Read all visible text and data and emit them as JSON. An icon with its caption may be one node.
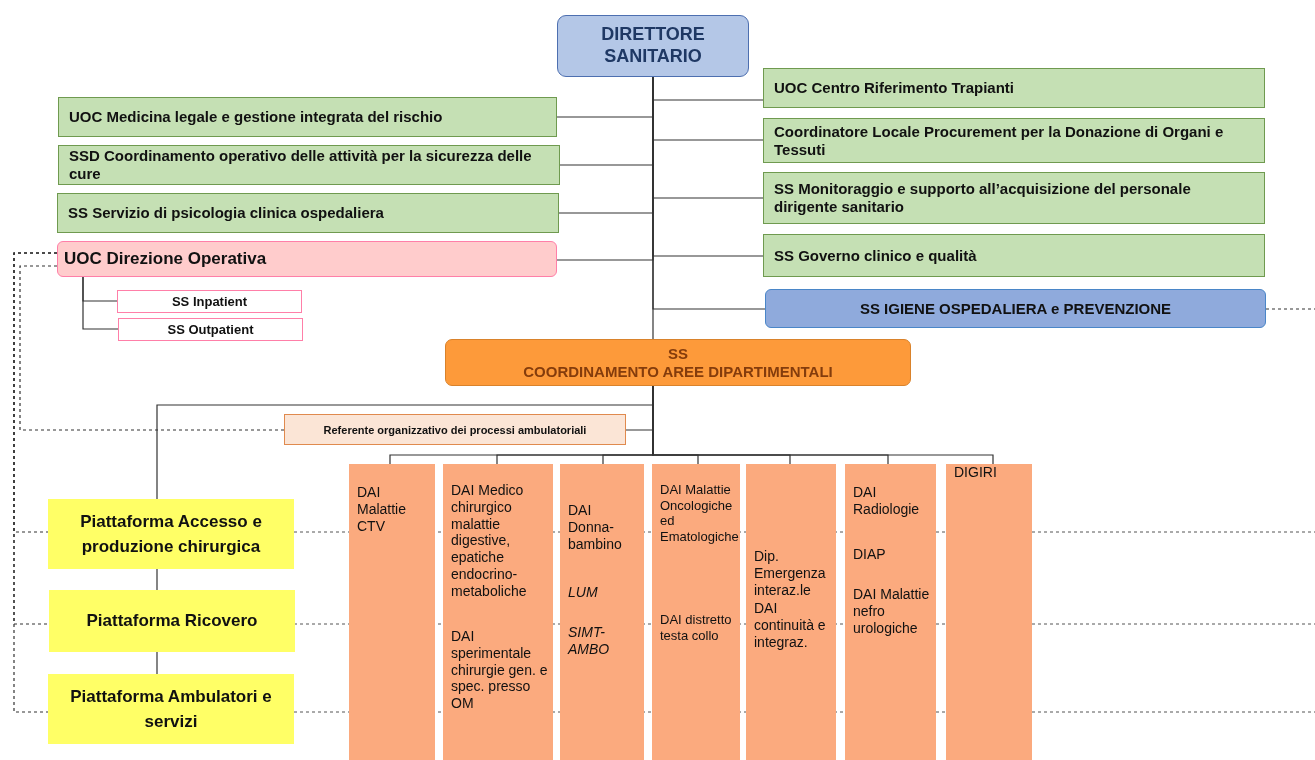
{
  "diagram": {
    "nodes": [
      {
        "text": [
          "DIRETTORE SANITARIO"
        ]
      },
      {
        "text": [
          "UOC Centro Riferimento Trapianti"
        ]
      },
      {
        "text": [
          "UOC Medicina legale e gestione integrata del rischio"
        ]
      },
      {
        "text": [
          "Coordinatore Locale Procurement per la Donazione di Organi e Tessuti"
        ]
      },
      {
        "text": [
          "SSD  Coordinamento operativo delle attività per la sicurezza delle cure"
        ]
      },
      {
        "text": [
          "SS Monitoraggio e supporto all’acquisizione del personale dirigente sanitario"
        ]
      },
      {
        "text": [
          "SS Servizio di psicologia clinica ospedaliera"
        ]
      },
      {
        "text": [
          "SS Governo clinico e qualità"
        ]
      },
      {
        "text": [
          "UOC Direzione Operativa"
        ]
      },
      {
        "text": [
          "SS Inpatient"
        ]
      },
      {
        "text": [
          "SS Outpatient"
        ]
      },
      {
        "text": [
          "SS IGIENE OSPEDALIERA e PREVENZIONE"
        ]
      },
      {
        "text": [
          "SS",
          "COORDINAMENTO AREE DIPARTIMENTALI"
        ]
      },
      {
        "text": [
          "Referente organizzativo dei processi ambulatoriali"
        ]
      },
      {
        "text": [
          "Piattaforma Accesso e produzione chirurgica"
        ]
      },
      {
        "text": [
          "Piattaforma Ricovero"
        ]
      },
      {
        "text": [
          "Piattaforma Ambulatori e servizi"
        ]
      },
      {
        "text": [
          "DAI Malattie CTV"
        ]
      },
      {
        "text": [
          "DAI Medico chirurgico malattie digestive, epatiche endocrino-metaboliche",
          "DAI sperimentale chirurgie gen. e spec.  presso OM"
        ]
      },
      {
        "text": [
          "DAI Donna-bambino",
          "*LUM*",
          "*SIMT-AMBO*"
        ]
      },
      {
        "text": [
          "DAI Malattie Oncologiche ed Ematologiche",
          "DAI distretto testa collo"
        ]
      },
      {
        "text": [
          "Dip. Emergenza interaz.le",
          "DAI continuità e integraz."
        ]
      },
      {
        "text": [
          "DAI Radiologie",
          "DIAP",
          "DAI Malattie nefro urologiche"
        ]
      },
      {
        "text": [
          "DIGIRI"
        ]
      }
    ],
    "edges": [
      {
        "from": 0,
        "to": 1,
        "arrow": "none"
      },
      {
        "from": 0,
        "to": 2,
        "arrow": "none"
      },
      {
        "from": 0,
        "to": 3,
        "arrow": "none"
      },
      {
        "from": 0,
        "to": 4,
        "arrow": "none"
      },
      {
        "from": 0,
        "to": 5,
        "arrow": "none"
      },
      {
        "from": 0,
        "to": 6,
        "arrow": "none"
      },
      {
        "from": 0,
        "to": 7,
        "arrow": "none"
      },
      {
        "from": 0,
        "to": 8,
        "arrow": "none"
      },
      {
        "from": 0,
        "to": 11,
        "arrow": "none"
      },
      {
        "from": 0,
        "to": 12,
        "arrow": "none"
      },
      {
        "from": 8,
        "to": 9,
        "arrow": "none"
      },
      {
        "from": 8,
        "to": 10,
        "arrow": "none"
      },
      {
        "from": 12,
        "to": 13,
        "arrow": "none"
      },
      {
        "from": 12,
        "to": 14,
        "arrow": "none"
      },
      {
        "from": 14,
        "to": 15,
        "arrow": "none"
      },
      {
        "from": 15,
        "to": 16,
        "arrow": "none"
      },
      {
        "from": 12,
        "to": 17,
        "arrow": "none"
      },
      {
        "from": 12,
        "to": 18,
        "arrow": "none"
      },
      {
        "from": 12,
        "to": 19,
        "arrow": "none"
      },
      {
        "from": 12,
        "to": 20,
        "arrow": "none"
      },
      {
        "from": 12,
        "to": 21,
        "arrow": "none"
      },
      {
        "from": 12,
        "to": 22,
        "arrow": "none"
      },
      {
        "from": 12,
        "to": 23,
        "arrow": "none"
      },
      {
        "from": 8,
        "to": 13,
        "arrow": "none",
        "style": "dashed"
      },
      {
        "from": 8,
        "to": 14,
        "arrow": "none",
        "style": "dashed"
      },
      {
        "from": 8,
        "to": 15,
        "arrow": "none",
        "style": "dashed"
      },
      {
        "from": 8,
        "to": 16,
        "arrow": "none",
        "style": "dashed"
      },
      {
        "from": 11,
        "to": null,
        "arrow": "none",
        "style": "dashed"
      }
    ]
  }
}
